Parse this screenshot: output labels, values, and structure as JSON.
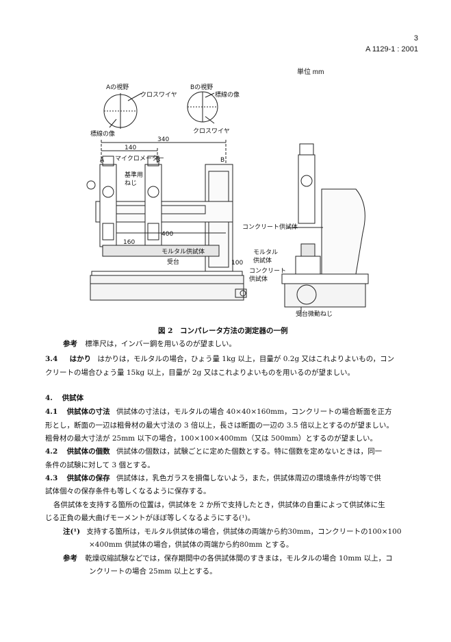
{
  "header": {
    "page_number": "3",
    "doc_code": "A 1129-1 : 2001",
    "unit": "単位 mm"
  },
  "figure": {
    "view_a_title": "Aの視野",
    "view_b_title": "Bの視野",
    "label_crosswire_a": "クロスワイヤ",
    "label_scale_image_a": "標線の像",
    "label_scale_image_b": "標線の像",
    "label_crosswire_b": "クロスワイヤ",
    "dim_340": "340",
    "dim_140": "140",
    "label_micrometer": "マイクロメーター",
    "label_a": "A",
    "label_b": "B",
    "label_b2": "B",
    "label_ref_screw_1": "基準用",
    "label_ref_screw_2": "ねじ",
    "label_concrete_specimen": "コンクリート供試体",
    "dim_400": "400",
    "dim_160": "160",
    "label_mortar_specimen": "モルタル供試体",
    "label_base": "受台",
    "dim_100": "100",
    "label_mortar_1": "モルタル",
    "label_mortar_2": "供試体",
    "label_concrete_1": "コンクリート",
    "label_concrete_2": "供試体",
    "label_base_fine_screw": "受台微動ねじ",
    "caption": "図 2　コンパレータ方法の測定器の一例"
  },
  "body": {
    "ref1_label": "参考",
    "ref1_text": "標準尺は，インバー鋼を用いるのが望ましい。",
    "s34_num": "3.4",
    "s34_title": "はかり",
    "s34_line1": "はかりは，モルタルの場合，ひょう量 1kg 以上，目量が 0.2g 又はこれよりよいもの，コン",
    "s34_line2": "クリートの場合ひょう量 15kg 以上，目量が 2g 又はこれよりよいものを用いるのが望ましい。",
    "s4_num": "4.",
    "s4_title": "供試体",
    "s41_num": "4.1",
    "s41_title": "供試体の寸法",
    "s41_line1": "供試体の寸法は，モルタルの場合 40×40×160mm，コンクリートの場合断面を正方",
    "s41_line2": "形とし，断面の一辺は粗骨材の最大寸法の 3 倍以上，長さは断面の一辺の 3.5 倍以上とするのが望ましい。",
    "s41_line3": "粗骨材の最大寸法が 25mm 以下の場合，100×100×400mm（又は 500mm）とするのが望ましい。",
    "s42_num": "4.2",
    "s42_title": "供試体の個数",
    "s42_line1": "供試体の個数は，試験ごとに定めた個数とする。特に個数を定めないときは，同一",
    "s42_line2": "条件の試験に対して 3 個とする。",
    "s43_num": "4.3",
    "s43_title": "供試体の保存",
    "s43_line1": "供試体は，乳色ガラスを損傷しないよう，また，供試体周辺の環境条件が均等で供",
    "s43_line2": "試体個々の保存条件も等しくなるように保存する。",
    "p_line1": "各供試体を支持する箇所の位置は，供試体を 2 か所で支持したとき，供試体の自重によって供試体に生",
    "p_line2": "じる正負の最大曲げモーメントがほぼ等しくなるようにする(¹)。",
    "note_label": "注(¹)",
    "note_line1": "支持する箇所は，モルタル供試体の場合，供試体の両端から約30mm，コンクリートの100×100",
    "note_line2": "×400mm 供試体の場合，供試体の両端から約80mm とする。",
    "ref2_label": "参考",
    "ref2_line1": "乾燥収縮試験などでは，保存期間中の各供試体間のすきまは，モルタルの場合 10mm 以上，コ",
    "ref2_line2": "ンクリートの場合 25mm 以上とする。"
  }
}
